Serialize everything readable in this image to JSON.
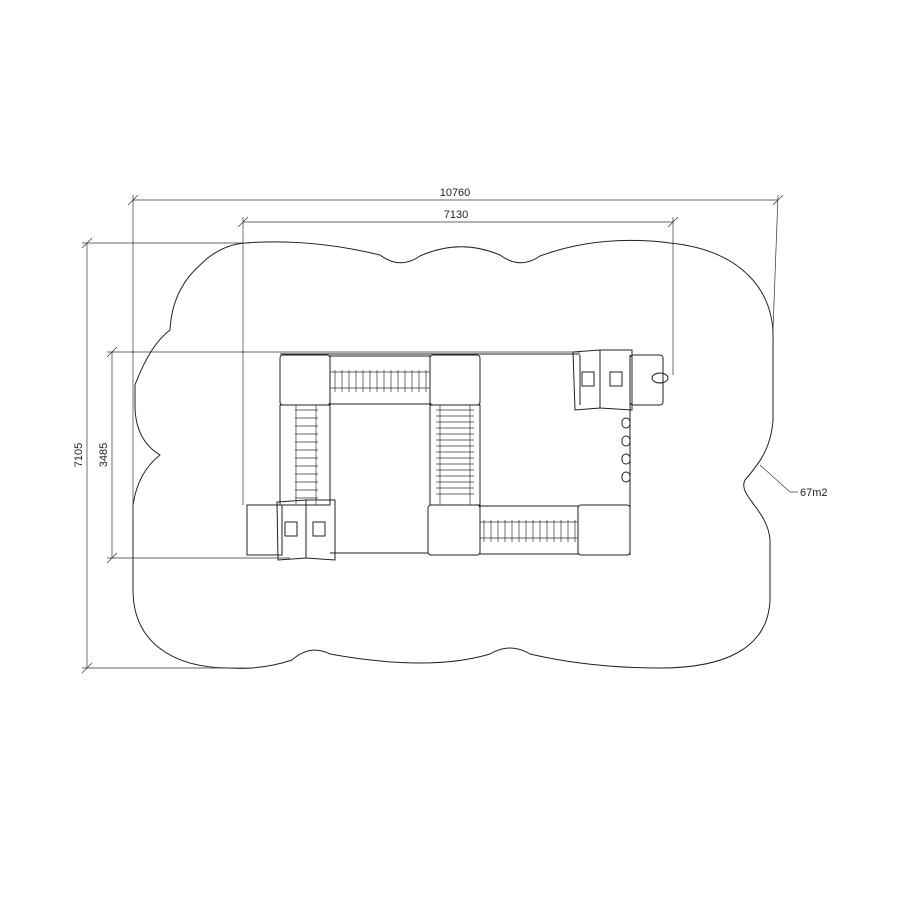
{
  "dimensions": {
    "overall_width": "10760",
    "equipment_width": "7130",
    "overall_depth": "7105",
    "equipment_depth": "3485"
  },
  "area_label": "67m2",
  "colors": {
    "line": "#222222",
    "background": "#ffffff"
  }
}
